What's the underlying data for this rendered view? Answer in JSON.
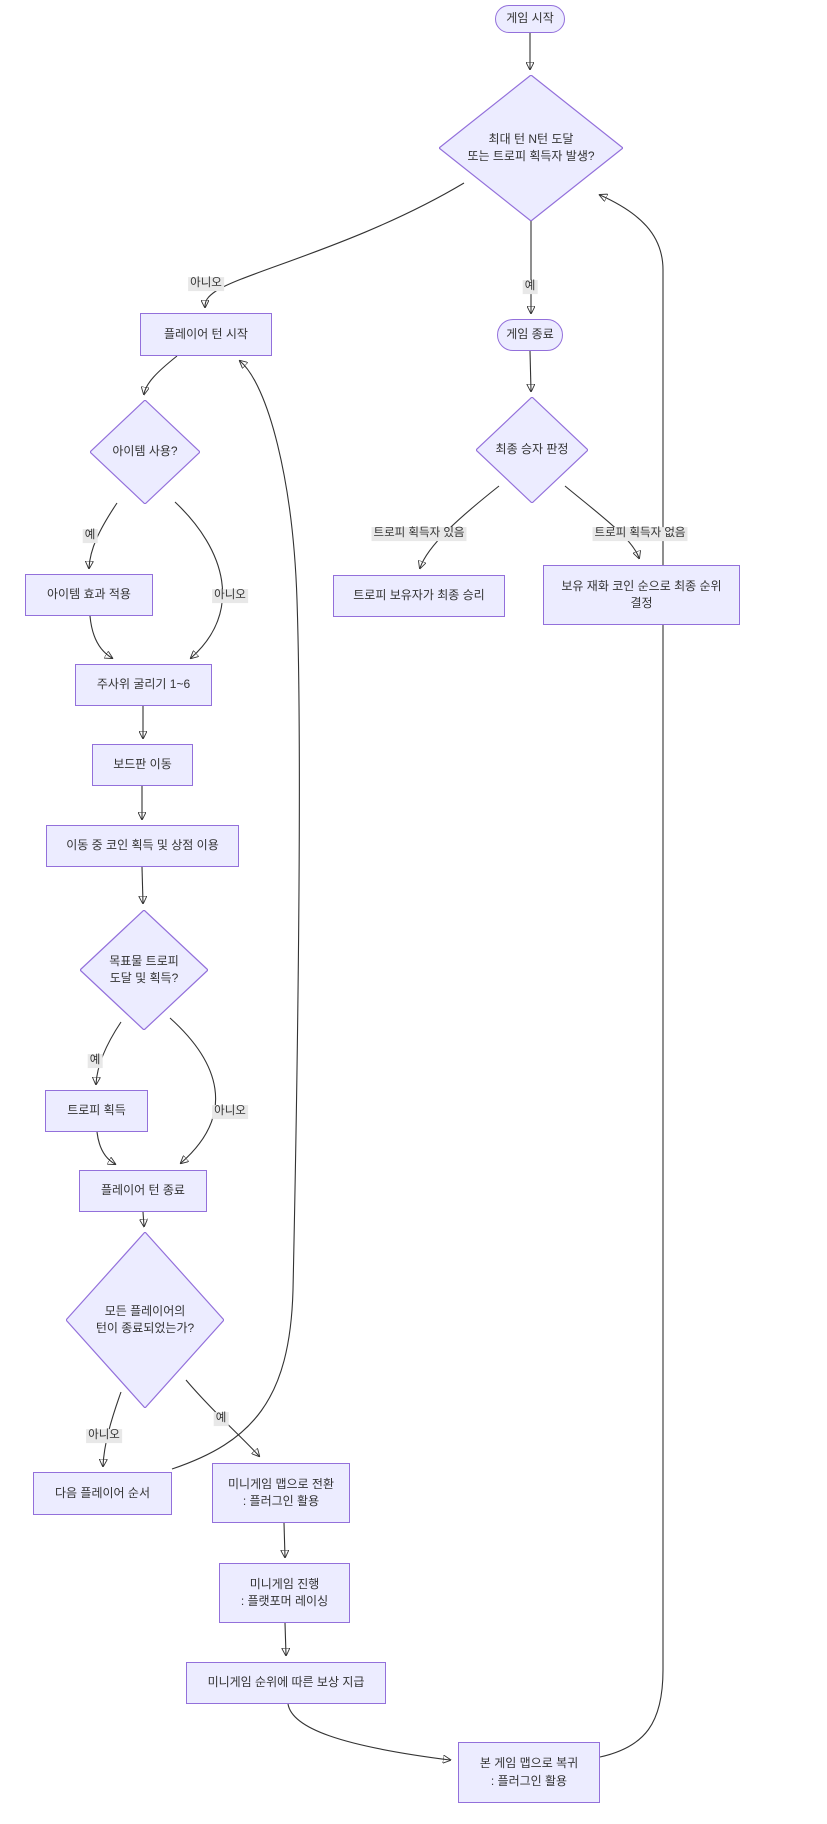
{
  "diagram": {
    "type": "flowchart",
    "colors": {
      "bg": "#ffffff",
      "node_fill": "#ECECFF",
      "node_border": "#9370DB",
      "edge": "#333333",
      "text": "#333333",
      "edge_label_bg": "#e8e8e8"
    },
    "nodes": {
      "start": {
        "label": "게임 시작",
        "shape": "stadium"
      },
      "max_turn_check": {
        "label": "최대 턴 N턴 도달\n또는 트로피 획득자 발생?",
        "shape": "diamond"
      },
      "player_turn_start": {
        "label": "플레이어 턴 시작",
        "shape": "rect"
      },
      "game_end": {
        "label": "게임 종료",
        "shape": "stadium"
      },
      "final_winner_check": {
        "label": "최종 승자 판정",
        "shape": "diamond"
      },
      "trophy_holder_wins": {
        "label": "트로피 보유자가 최종 승리",
        "shape": "rect"
      },
      "coin_rank_decision": {
        "label": "보유 재화 코인 순으로 최종 순위\n결정",
        "shape": "rect"
      },
      "item_use_check": {
        "label": "아이템 사용?",
        "shape": "diamond"
      },
      "item_effect": {
        "label": "아이템 효과 적용",
        "shape": "rect"
      },
      "dice_roll": {
        "label": "주사위 굴리기 1~6",
        "shape": "rect"
      },
      "board_move": {
        "label": "보드판 이동",
        "shape": "rect"
      },
      "coin_shop": {
        "label": "이동 중 코인 획득 및 상점 이용",
        "shape": "rect"
      },
      "goal_trophy_check": {
        "label": "목표물 트로피\n도달 및 획득?",
        "shape": "diamond"
      },
      "trophy_get": {
        "label": "트로피 획득",
        "shape": "rect"
      },
      "player_turn_end": {
        "label": "플레이어 턴 종료",
        "shape": "rect"
      },
      "all_players_check": {
        "label": "모든 플레이어의\n턴이 종료되었는가?",
        "shape": "diamond"
      },
      "next_player": {
        "label": "다음 플레이어 순서",
        "shape": "rect"
      },
      "minigame_switch": {
        "label": "미니게임 맵으로 전환\n: 플러그인 활용",
        "shape": "rect"
      },
      "minigame_run": {
        "label": "미니게임 진행\n: 플랫포머 레이싱",
        "shape": "rect"
      },
      "minigame_reward": {
        "label": "미니게임 순위에 따른 보상 지급",
        "shape": "rect"
      },
      "return_main_map": {
        "label": "본 게임 맵으로 복귀\n: 플러그인 활용",
        "shape": "rect"
      }
    },
    "edge_labels": {
      "no_max_turn": "아니오",
      "yes_max_turn": "예",
      "has_trophy_owner": "트로피 획득자 있음",
      "no_trophy_owner": "트로피 획득자 없음",
      "yes_item": "예",
      "no_item": "아니오",
      "yes_goal": "예",
      "no_goal": "아니오",
      "no_all_done": "아니오",
      "yes_all_done": "예"
    }
  }
}
